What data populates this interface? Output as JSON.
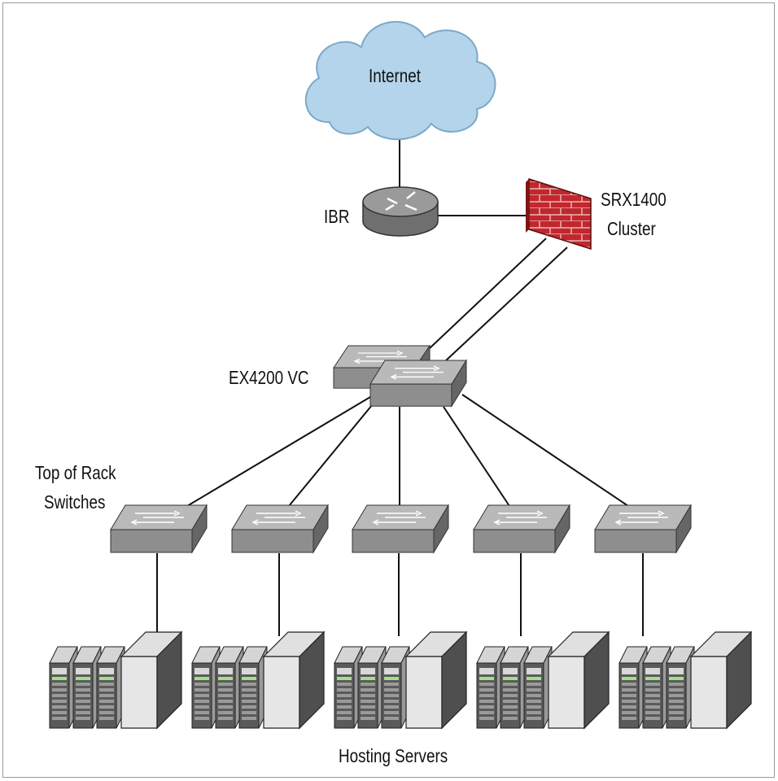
{
  "labels": {
    "internet": "Internet",
    "ibr": "IBR",
    "firewall_line1": "SRX1400",
    "firewall_line2": "Cluster",
    "core_switch": "EX4200 VC",
    "tor_line1": "Top of Rack",
    "tor_line2": "Switches",
    "servers": "Hosting Servers"
  },
  "icons": {
    "cloud": "cloud-icon",
    "router": "router-icon",
    "firewall": "firewall-icon",
    "switch": "switch-icon",
    "server": "server-icon"
  },
  "colors": {
    "cloud_fill": "#b3d4ea",
    "cloud_stroke": "#7ba9c9",
    "router_fill": "#8c8c8c",
    "firewall_brick": "#c1272d",
    "switch_top": "#b9b9b9",
    "switch_front": "#8e8e8e",
    "server_front": "#5a5a5a",
    "server_side": "#e6e6e6",
    "line": "#111111"
  },
  "tor_switch_count": 5,
  "server_groups": 5
}
